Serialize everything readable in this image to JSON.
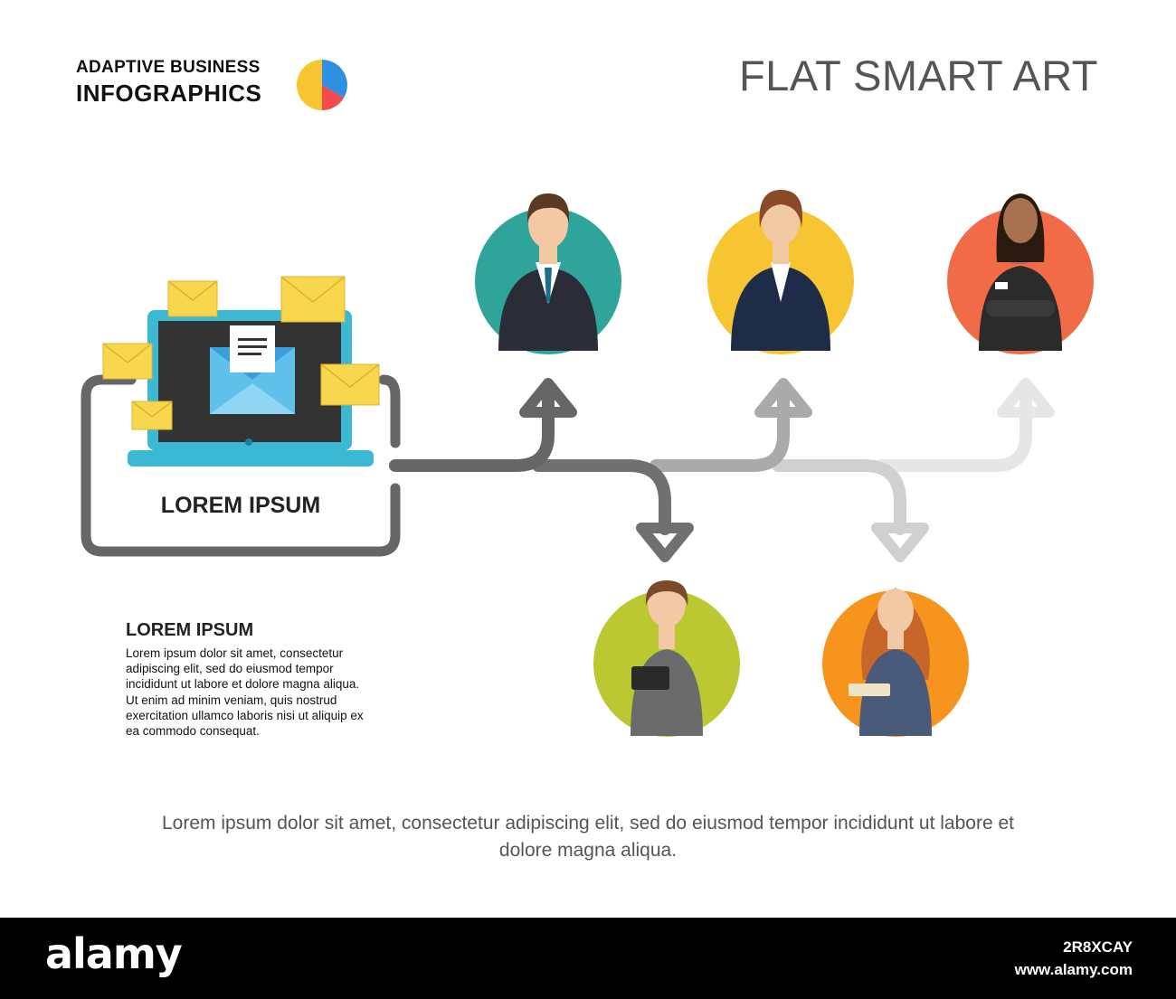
{
  "header": {
    "logo_line1": "ADAPTIVE BUSINESS",
    "logo_line2": "INFOGRAPHICS",
    "title": "FLAT SMART ART"
  },
  "colors": {
    "pie": [
      "#2f8fe0",
      "#f7c531",
      "#f24b4b"
    ],
    "people_circles": [
      "#2fa49a",
      "#f7c531",
      "#f26b48",
      "#bcc832",
      "#f7941d"
    ],
    "arrows": [
      "#666666",
      "#666666",
      "#aaaaaa",
      "#cccccc",
      "#e6e6e6"
    ]
  },
  "main_box": {
    "label": "LOREM IPSUM",
    "icon": "laptop-email-icon"
  },
  "people": [
    {
      "icon": "businessman-icon",
      "circle_color": "#2fa49a"
    },
    {
      "icon": "businesswoman-icon",
      "circle_color": "#f7c531"
    },
    {
      "icon": "businesswoman-arms-crossed-icon",
      "circle_color": "#f26b48"
    },
    {
      "icon": "woman-with-tablet-icon",
      "circle_color": "#bcc832"
    },
    {
      "icon": "woman-with-notebook-icon",
      "circle_color": "#f7941d"
    }
  ],
  "side_note": {
    "title": "LOREM IPSUM",
    "body": "Lorem ipsum dolor sit amet, consectetur adipiscing elit, sed do eiusmod tempor incididunt ut labore et dolore magna aliqua. Ut enim ad minim veniam, quis nostrud exercitation ullamco laboris nisi ut aliquip ex ea commodo consequat."
  },
  "footer": {
    "text": "Lorem ipsum dolor sit amet, consectetur adipiscing elit, sed do eiusmod tempor incididunt ut labore et dolore magna aliqua."
  },
  "watermark": {
    "logo": "alamy",
    "image_id": "2R8XCAY",
    "url": "www.alamy.com"
  }
}
